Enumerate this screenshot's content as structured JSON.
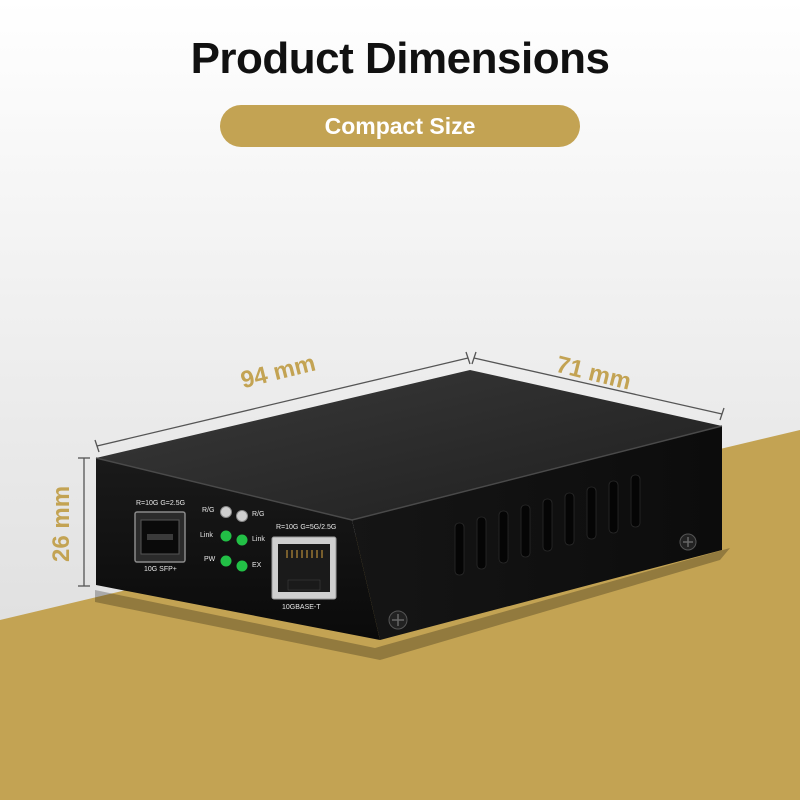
{
  "header": {
    "title": "Product Dimensions",
    "subtitle": "Compact Size"
  },
  "dimensions": {
    "length": "94 mm",
    "width": "71 mm",
    "height": "26 mm"
  },
  "device": {
    "sfp_speed_label": "R=10G G=2.5G",
    "sfp_port_label": "10G SFP+",
    "led_rg_left": "R/G",
    "led_rg_right": "R/G",
    "led_link_left": "Link",
    "led_link_right": "Link",
    "led_pw": "PW",
    "led_ex": "EX",
    "rj45_speed_label": "R=10G G=5G/2.5G",
    "rj45_port_label": "10GBASE-T"
  },
  "colors": {
    "accent_gold": "#c3a353",
    "device_black": "#111111",
    "led_green": "#22c046",
    "background_light": "#e2e2e2",
    "text_dark": "#111111"
  }
}
